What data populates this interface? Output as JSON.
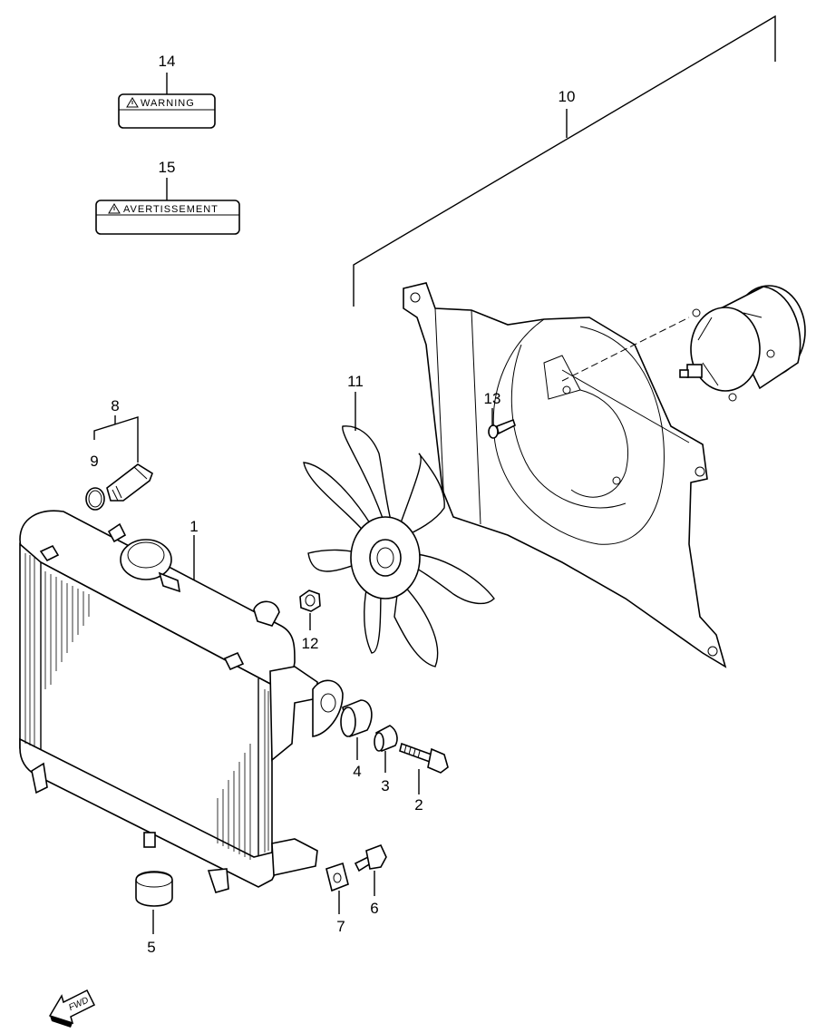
{
  "diagram": {
    "callouts": [
      {
        "id": "c1",
        "num": "1"
      },
      {
        "id": "c2",
        "num": "2"
      },
      {
        "id": "c3",
        "num": "3"
      },
      {
        "id": "c4",
        "num": "4"
      },
      {
        "id": "c5",
        "num": "5"
      },
      {
        "id": "c6",
        "num": "6"
      },
      {
        "id": "c7",
        "num": "7"
      },
      {
        "id": "c8",
        "num": "8"
      },
      {
        "id": "c9",
        "num": "9"
      },
      {
        "id": "c10",
        "num": "10"
      },
      {
        "id": "c11",
        "num": "11"
      },
      {
        "id": "c12",
        "num": "12"
      },
      {
        "id": "c13",
        "num": "13"
      },
      {
        "id": "c14",
        "num": "14"
      },
      {
        "id": "c15",
        "num": "15"
      }
    ],
    "labels": {
      "warning": "WARNING",
      "avertissement": "AVERTISSEMENT",
      "fwd": "FWD"
    },
    "icons": [
      "warning-triangle-icon",
      "fwd-arrow-icon"
    ]
  }
}
